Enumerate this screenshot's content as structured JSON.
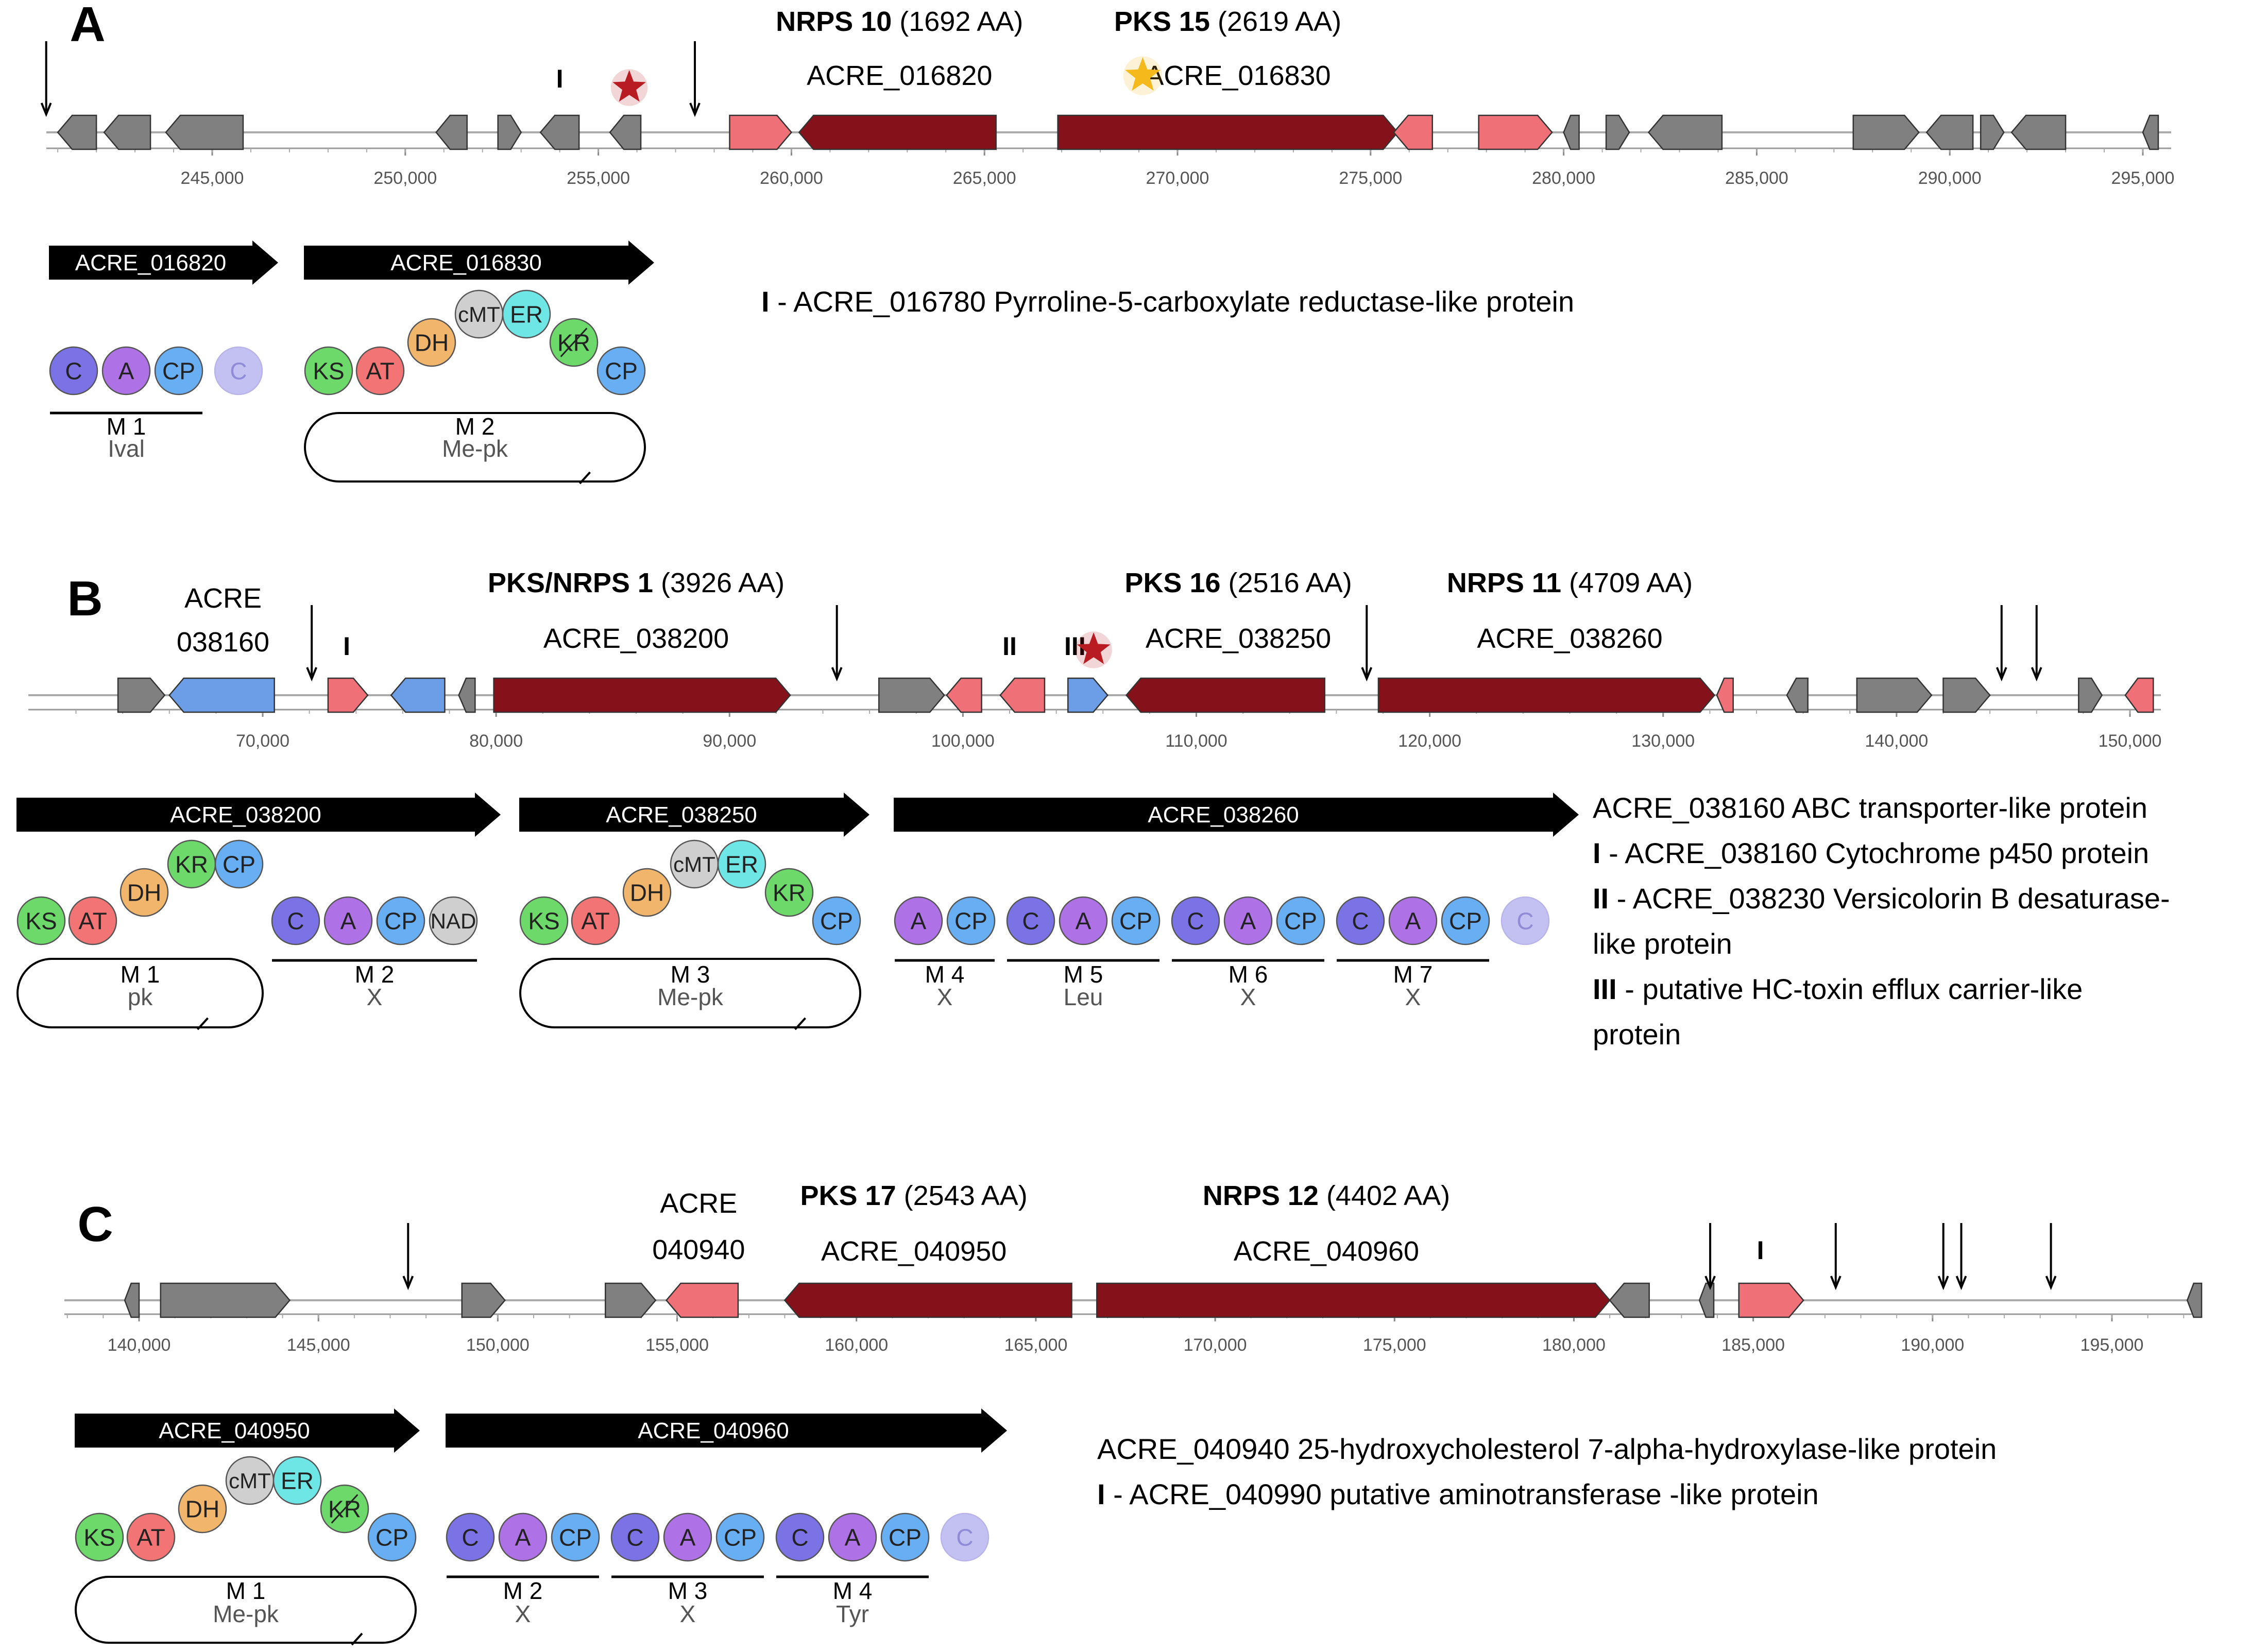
{
  "colors": {
    "grey_gene": "#808080",
    "pink_gene": "#f07078",
    "darkred_gene": "#85111a",
    "blue_gene": "#6c9ee8",
    "star_red": "#b81c22",
    "star_gold": "#f5b91c",
    "dom_C": "#7b72e6",
    "dom_A": "#ae72e6",
    "dom_CP": "#68aef2",
    "dom_C_faded": "#c3c0f2",
    "dom_KS": "#6dd96a",
    "dom_AT": "#f27474",
    "dom_DH": "#f2b56c",
    "dom_cMT": "#cfcfcf",
    "dom_ER": "#6fe6e6",
    "dom_KR": "#6dd96a",
    "dom_NAD": "#cfcfcf"
  },
  "panels": [
    {
      "letter": "A",
      "axis": {
        "min": 240200,
        "max": 295500,
        "ticks": [
          245000,
          250000,
          255000,
          260000,
          265000,
          270000,
          275000,
          280000,
          285000,
          290000,
          295000
        ],
        "tick_labels": [
          "245,000",
          "250,000",
          "255,000",
          "260,000",
          "265,000",
          "270,000",
          "275,000",
          "280,000",
          "285,000",
          "290,000",
          "295,000"
        ]
      },
      "genes": [
        {
          "start": 241000,
          "end": 242000,
          "color": "grey",
          "dir": "-"
        },
        {
          "start": 242200,
          "end": 243400,
          "color": "grey",
          "dir": "-"
        },
        {
          "start": 243800,
          "end": 245800,
          "color": "grey",
          "dir": "-"
        },
        {
          "start": 250800,
          "end": 251600,
          "color": "grey",
          "dir": "-"
        },
        {
          "start": 252400,
          "end": 253000,
          "color": "grey",
          "dir": "+"
        },
        {
          "start": 253500,
          "end": 254500,
          "color": "grey",
          "dir": "-"
        },
        {
          "start": 255300,
          "end": 256100,
          "color": "grey",
          "dir": "-"
        },
        {
          "start": 258400,
          "end": 260000,
          "color": "pink",
          "dir": "+"
        },
        {
          "start": 260200,
          "end": 265300,
          "color": "darkred",
          "dir": "-"
        },
        {
          "start": 266900,
          "end": 275700,
          "color": "darkred",
          "dir": "+"
        },
        {
          "start": 275600,
          "end": 276600,
          "color": "pink",
          "dir": "-"
        },
        {
          "start": 277800,
          "end": 279700,
          "color": "pink",
          "dir": "+"
        },
        {
          "start": 280000,
          "end": 280400,
          "color": "grey",
          "dir": "-"
        },
        {
          "start": 281100,
          "end": 281700,
          "color": "grey",
          "dir": "+"
        },
        {
          "start": 282200,
          "end": 284100,
          "color": "grey",
          "dir": "-"
        },
        {
          "start": 287500,
          "end": 289200,
          "color": "grey",
          "dir": "+"
        },
        {
          "start": 289400,
          "end": 290600,
          "color": "grey",
          "dir": "-"
        },
        {
          "start": 290800,
          "end": 291400,
          "color": "grey",
          "dir": "+"
        },
        {
          "start": 291600,
          "end": 293000,
          "color": "grey",
          "dir": "-"
        },
        {
          "start": 295000,
          "end": 295400,
          "color": "grey",
          "dir": "-"
        }
      ],
      "arrows_pos": [
        240700,
        257500
      ],
      "numerals": [
        {
          "label": "I",
          "pos": 254000
        }
      ],
      "stars": [
        {
          "pos": 255800,
          "color": "red"
        }
      ],
      "cluster_labels": [
        {
          "bold": "NRPS 10",
          "rest": " (1692 AA)",
          "id": "ACRE_016820",
          "pos": 262800,
          "star": ""
        },
        {
          "bold": "PKS 15",
          "rest": " (2619 AA)",
          "id": "ACRE_016830",
          "pos": 271300,
          "star": "gold"
        }
      ],
      "other_labels": [],
      "protein_bars": [
        {
          "id": "ACRE_016820",
          "modules": [
            {
              "name": "M 1",
              "sub": "Ival",
              "type": "nrps",
              "domains": [
                "C",
                "A",
                "CP"
              ]
            }
          ],
          "trailing": [
            "C"
          ]
        },
        {
          "id": "ACRE_016830",
          "modules": [
            {
              "name": "M 2",
              "sub": "Me-pk",
              "type": "pks",
              "domains": [
                "KS",
                "AT",
                "DH",
                "cMT",
                "ER",
                "KR",
                "CP"
              ],
              "crossed": [
                "KR"
              ]
            }
          ],
          "trailing": []
        }
      ],
      "legend": [
        {
          "bold": "I",
          "text": " - ACRE_016780 Pyrroline-5-carboxylate reductase-like protein"
        }
      ]
    },
    {
      "letter": "B",
      "axis": {
        "min": 60500,
        "max": 151000,
        "ticks": [
          70000,
          80000,
          90000,
          100000,
          110000,
          120000,
          130000,
          140000,
          150000
        ],
        "tick_labels": [
          "70,000",
          "80,000",
          "90,000",
          "100,000",
          "110,000",
          "120,000",
          "130,000",
          "140,000",
          "150,000"
        ]
      },
      "genes": [
        {
          "start": 63800,
          "end": 65800,
          "color": "grey",
          "dir": "+"
        },
        {
          "start": 66000,
          "end": 70500,
          "color": "blue",
          "dir": "-"
        },
        {
          "start": 72800,
          "end": 74500,
          "color": "pink",
          "dir": "+"
        },
        {
          "start": 75500,
          "end": 77800,
          "color": "blue",
          "dir": "-"
        },
        {
          "start": 78400,
          "end": 79100,
          "color": "grey",
          "dir": "-"
        },
        {
          "start": 79900,
          "end": 92600,
          "color": "darkred",
          "dir": "+"
        },
        {
          "start": 96400,
          "end": 99200,
          "color": "grey",
          "dir": "+"
        },
        {
          "start": 99300,
          "end": 100800,
          "color": "pink",
          "dir": "-"
        },
        {
          "start": 101600,
          "end": 103500,
          "color": "pink",
          "dir": "-"
        },
        {
          "start": 104500,
          "end": 106200,
          "color": "blue",
          "dir": "+"
        },
        {
          "start": 107000,
          "end": 115500,
          "color": "darkred",
          "dir": "-"
        },
        {
          "start": 117800,
          "end": 132200,
          "color": "darkred",
          "dir": "+"
        },
        {
          "start": 132300,
          "end": 133000,
          "color": "pink",
          "dir": "-"
        },
        {
          "start": 135300,
          "end": 136200,
          "color": "grey",
          "dir": "-"
        },
        {
          "start": 138300,
          "end": 141500,
          "color": "grey",
          "dir": "+"
        },
        {
          "start": 142000,
          "end": 144000,
          "color": "grey",
          "dir": "+"
        },
        {
          "start": 147800,
          "end": 148800,
          "color": "grey",
          "dir": "+"
        },
        {
          "start": 149800,
          "end": 151000,
          "color": "pink",
          "dir": "-"
        }
      ],
      "arrows_pos": [
        72100,
        94600,
        117300,
        144500,
        146000
      ],
      "numerals": [
        {
          "label": "I",
          "pos": 73600
        },
        {
          "label": "II",
          "pos": 102000
        },
        {
          "label": "III",
          "pos": 104800
        }
      ],
      "stars": [
        {
          "pos": 105600,
          "color": "red"
        }
      ],
      "cluster_labels": [
        {
          "bold": "PKS/NRPS 1",
          "rest": " (3926 AA)",
          "id": "ACRE_038200",
          "pos": 86000,
          "star": ""
        },
        {
          "bold": "PKS 16",
          "rest": " (2516 AA)",
          "id": "ACRE_038250",
          "pos": 111800,
          "star": ""
        },
        {
          "bold": "NRPS 11",
          "rest": " (4709 AA)",
          "id": "ACRE_038260",
          "pos": 126000,
          "star": ""
        }
      ],
      "other_labels": [
        {
          "line1": "ACRE",
          "line2": "038160",
          "pos": 68300
        }
      ],
      "protein_bars": [
        {
          "id": "ACRE_038200",
          "modules": [
            {
              "name": "M 1",
              "sub": "pk",
              "type": "pks",
              "domains": [
                "KS",
                "AT",
                "DH",
                "KR",
                "CP"
              ],
              "crossed": []
            },
            {
              "name": "M 2",
              "sub": "X",
              "type": "nrps",
              "domains": [
                "C",
                "A",
                "CP",
                "NAD"
              ]
            }
          ],
          "trailing": []
        },
        {
          "id": "ACRE_038250",
          "modules": [
            {
              "name": "M 3",
              "sub": "Me-pk",
              "type": "pks",
              "domains": [
                "KS",
                "AT",
                "DH",
                "cMT",
                "ER",
                "KR",
                "CP"
              ],
              "crossed": []
            }
          ],
          "trailing": []
        },
        {
          "id": "ACRE_038260",
          "modules": [
            {
              "name": "M 4",
              "sub": "X",
              "type": "nrps",
              "domains": [
                "A",
                "CP"
              ]
            },
            {
              "name": "M 5",
              "sub": "Leu",
              "type": "nrps",
              "domains": [
                "C",
                "A",
                "CP"
              ]
            },
            {
              "name": "M 6",
              "sub": "X",
              "type": "nrps",
              "domains": [
                "C",
                "A",
                "CP"
              ]
            },
            {
              "name": "M 7",
              "sub": "X",
              "type": "nrps",
              "domains": [
                "C",
                "A",
                "CP"
              ]
            }
          ],
          "trailing": [
            "C"
          ]
        }
      ],
      "legend": [
        {
          "bold": "",
          "text": "ACRE_038160 ABC transporter-like protein"
        },
        {
          "bold": "I",
          "text": " - ACRE_038160 Cytochrome p450 protein"
        },
        {
          "bold": "II",
          "text": " - ACRE_038230 Versicolorin B desaturase-"
        },
        {
          "bold": "",
          "text": "like protein"
        },
        {
          "bold": "III",
          "text": " - putative HC-toxin efflux carrier-like"
        },
        {
          "bold": "",
          "text": "protein"
        }
      ]
    },
    {
      "letter": "C",
      "axis": {
        "min": 138000,
        "max": 197500,
        "ticks": [
          140000,
          145000,
          150000,
          155000,
          160000,
          165000,
          170000,
          175000,
          180000,
          185000,
          190000,
          195000
        ],
        "tick_labels": [
          "140,000",
          "145,000",
          "150,000",
          "155,000",
          "160,000",
          "165,000",
          "170,000",
          "175,000",
          "180,000",
          "185,000",
          "190,000",
          "195,000"
        ]
      },
      "genes": [
        {
          "start": 139600,
          "end": 140000,
          "color": "grey",
          "dir": "-"
        },
        {
          "start": 140600,
          "end": 144200,
          "color": "grey",
          "dir": "+"
        },
        {
          "start": 149000,
          "end": 150200,
          "color": "grey",
          "dir": "+"
        },
        {
          "start": 153000,
          "end": 154400,
          "color": "grey",
          "dir": "+"
        },
        {
          "start": 154700,
          "end": 156700,
          "color": "pink",
          "dir": "-"
        },
        {
          "start": 158000,
          "end": 166000,
          "color": "darkred",
          "dir": "-"
        },
        {
          "start": 166700,
          "end": 181000,
          "color": "darkred",
          "dir": "+"
        },
        {
          "start": 181000,
          "end": 182100,
          "color": "grey",
          "dir": "-"
        },
        {
          "start": 183500,
          "end": 183900,
          "color": "grey",
          "dir": "-"
        },
        {
          "start": 184600,
          "end": 186400,
          "color": "pink",
          "dir": "+"
        },
        {
          "start": 197100,
          "end": 197500,
          "color": "grey",
          "dir": "-"
        }
      ],
      "arrows_pos": [
        147500,
        183800,
        187300,
        190300,
        190800,
        193300
      ],
      "numerals": [
        {
          "label": "I",
          "pos": 185200
        }
      ],
      "stars": [],
      "cluster_labels": [
        {
          "bold": "PKS 17",
          "rest": " (2543 AA)",
          "id": "ACRE_040950",
          "pos": 161600,
          "star": ""
        },
        {
          "bold": "NRPS 12",
          "rest": " (4402 AA)",
          "id": "ACRE_040960",
          "pos": 173100,
          "star": ""
        }
      ],
      "other_labels": [
        {
          "line1": "ACRE",
          "line2": "040940",
          "pos": 155600
        }
      ],
      "protein_bars": [
        {
          "id": "ACRE_040950",
          "modules": [
            {
              "name": "M 1",
              "sub": "Me-pk",
              "type": "pks",
              "domains": [
                "KS",
                "AT",
                "DH",
                "cMT",
                "ER",
                "KR",
                "CP"
              ],
              "crossed": [
                "KR"
              ]
            }
          ],
          "trailing": []
        },
        {
          "id": "ACRE_040960",
          "modules": [
            {
              "name": "M 2",
              "sub": "X",
              "type": "nrps",
              "domains": [
                "C",
                "A",
                "CP"
              ]
            },
            {
              "name": "M 3",
              "sub": "X",
              "type": "nrps",
              "domains": [
                "C",
                "A",
                "CP"
              ]
            },
            {
              "name": "M 4",
              "sub": "Tyr",
              "type": "nrps",
              "domains": [
                "C",
                "A",
                "CP"
              ]
            }
          ],
          "trailing": [
            "C"
          ]
        }
      ],
      "legend": [
        {
          "bold": "",
          "text": "ACRE_040940 25-hydroxycholesterol 7-alpha-hydroxylase-like protein"
        },
        {
          "bold": "I",
          "text": " - ACRE_040990 putative aminotransferase -like protein"
        }
      ]
    }
  ]
}
